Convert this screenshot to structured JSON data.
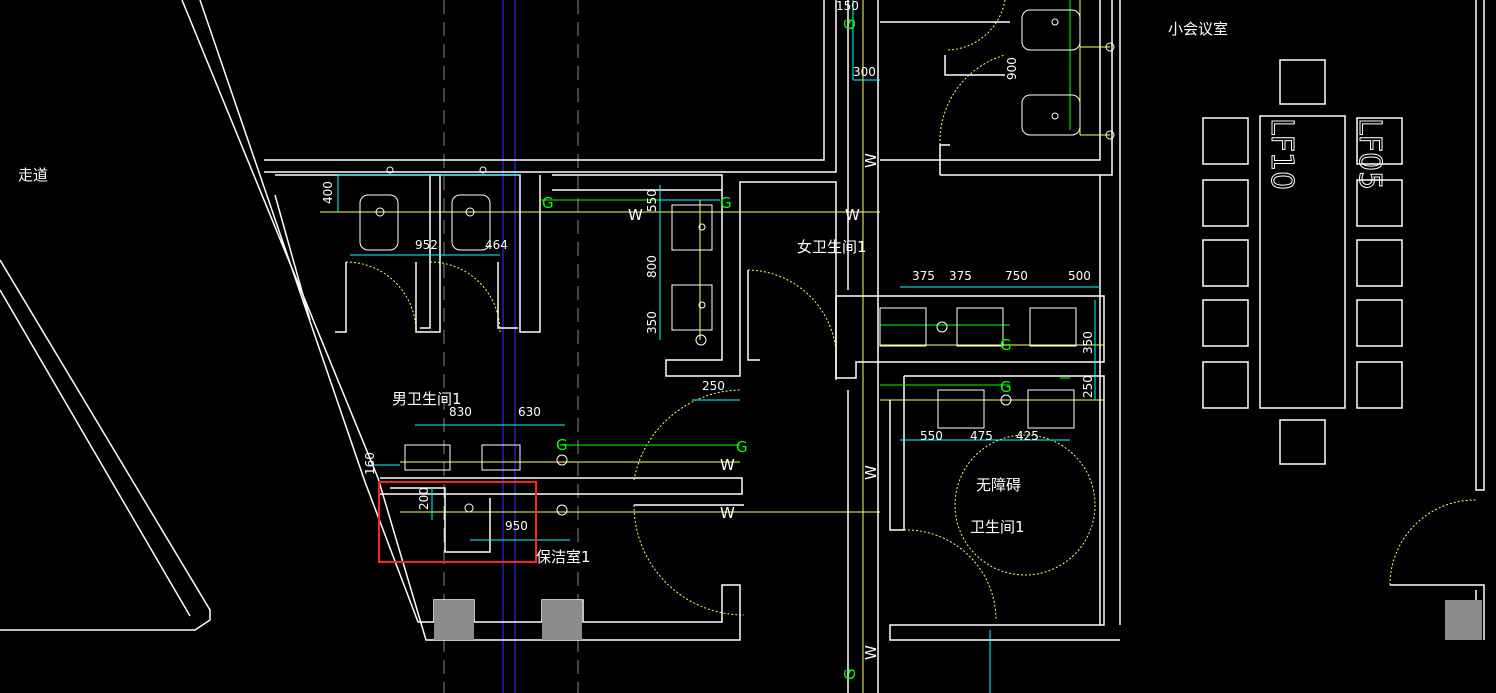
{
  "room_labels": {
    "corridor": "走道",
    "meeting_room": "小会议室",
    "women_wc": "女卫生间1",
    "men_wc": "男卫生间1",
    "accessible_1": "无障碍",
    "accessible_2": "卫生间1",
    "cleaning_room": "保洁室1"
  },
  "room_tags": {
    "lf10": "LF10",
    "lf05": "LF05"
  },
  "pipe_labels": {
    "water": "W",
    "gas": "G"
  },
  "dimensions": {
    "d150": "150",
    "d300": "300",
    "d900": "900",
    "d400": "400",
    "d952": "952",
    "d464": "464",
    "d550a": "550",
    "d800": "800",
    "d350a": "350",
    "d250a": "250",
    "d375a": "375",
    "d375b": "375",
    "d750": "750",
    "d500": "500",
    "d350b": "350",
    "d250b": "250",
    "d550b": "550",
    "d475": "475",
    "d425": "425",
    "d830": "830",
    "d630": "630",
    "d160": "160",
    "d200": "200",
    "d950": "950"
  },
  "colors": {
    "background": "#000000",
    "wall": "#ffffff",
    "water_pipe": "#ffff66",
    "dimension": "#00ffff",
    "gas_pipe": "#00ff00",
    "axis": "#3333ff",
    "highlight": "#ff2222",
    "grey_block": "#8c8c8c"
  }
}
